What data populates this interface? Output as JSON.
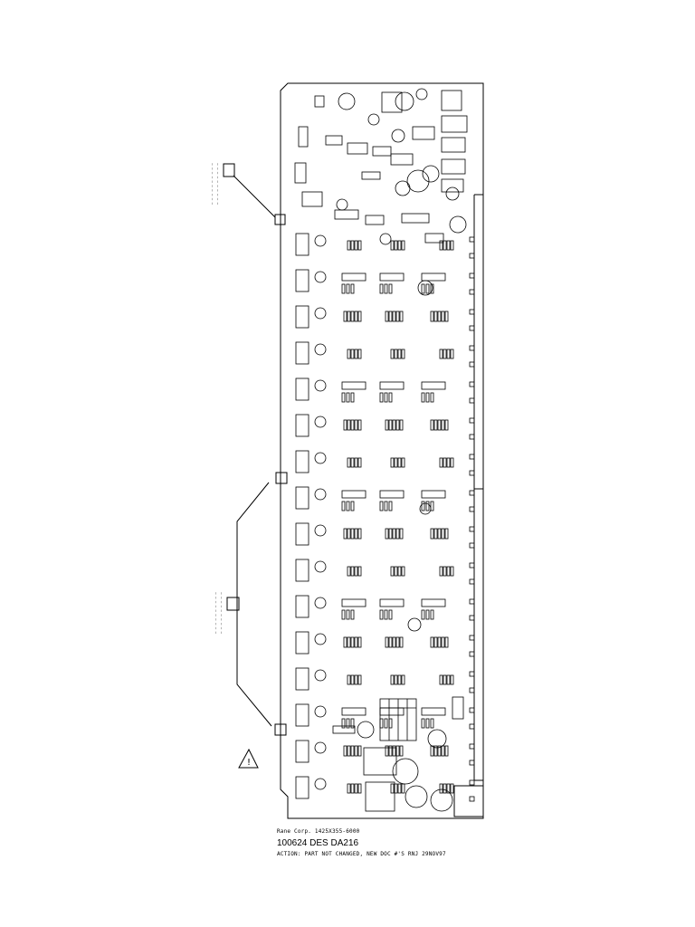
{
  "caption": {
    "line1": "Rane Corp.  1425X355-6000",
    "line2": "100624 DES DA216",
    "line3": "ACTION: PART NOT CHANGED, NEW DOC #'S RNJ 29NOV97"
  },
  "callouts": {
    "warning_symbol": "!"
  }
}
